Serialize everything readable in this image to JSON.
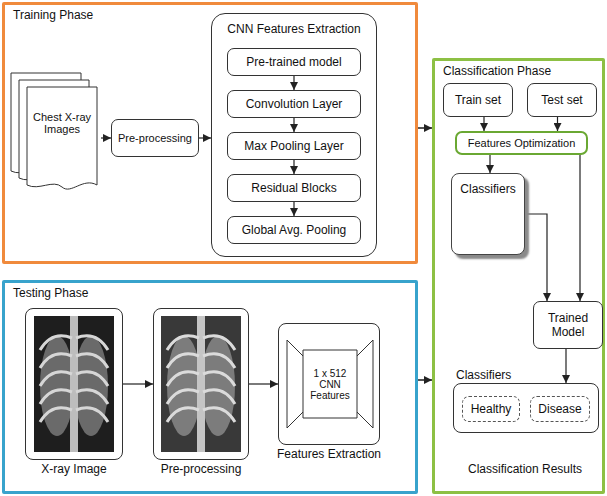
{
  "diagram": {
    "nodes": [
      {
        "text": [
          "Training Phase"
        ]
      },
      {
        "text": [
          "Chest X-ray Images"
        ],
        "in": 0
      },
      {
        "text": [
          "Pre-processing"
        ],
        "in": 0
      },
      {
        "text": [
          "CNN Features Extraction"
        ],
        "in": 0
      },
      {
        "text": [
          "Pre-trained model"
        ],
        "in": 3
      },
      {
        "text": [
          "Convolution Layer"
        ],
        "in": 3
      },
      {
        "text": [
          "Max Pooling Layer"
        ],
        "in": 3
      },
      {
        "text": [
          "Residual Blocks"
        ],
        "in": 3
      },
      {
        "text": [
          "Global Avg. Pooling"
        ],
        "in": 3
      },
      {
        "text": [
          "Testing Phase"
        ]
      },
      {
        "text": [
          "X-ray Image"
        ],
        "in": 9
      },
      {
        "text": [
          "Pre-processing"
        ],
        "in": 9
      },
      {
        "text": [
          "Features Extraction"
        ],
        "in": 9
      },
      {
        "text": [
          "1 x 512 CNN Features"
        ],
        "in": 12
      },
      {
        "text": [
          "Classification Phase"
        ]
      },
      {
        "text": [
          "Train set"
        ],
        "in": 14
      },
      {
        "text": [
          "Test set"
        ],
        "in": 14
      },
      {
        "text": [
          "Features Optimization"
        ],
        "in": 14
      },
      {
        "text": [
          "Classifiers"
        ],
        "in": 14
      },
      {
        "text": [
          "Trained Model"
        ],
        "in": 14
      },
      {
        "text": [
          "Classifiers"
        ],
        "in": 14
      },
      {
        "text": [
          "Healthy"
        ],
        "in": 20
      },
      {
        "text": [
          "Disease"
        ],
        "in": 20
      }
    ],
    "edges": [
      {
        "from": 0,
        "to": 14,
        "arrow": "to"
      },
      {
        "from": 9,
        "to": 14,
        "arrow": "to"
      },
      {
        "from": 1,
        "to": 2,
        "arrow": "to"
      },
      {
        "from": 2,
        "to": 3,
        "arrow": "to"
      },
      {
        "from": 4,
        "to": 5,
        "arrow": "to"
      },
      {
        "from": 5,
        "to": 6,
        "arrow": "to"
      },
      {
        "from": 6,
        "to": 7,
        "arrow": "to"
      },
      {
        "from": 7,
        "to": 8,
        "arrow": "to"
      },
      {
        "from": 10,
        "to": 11,
        "arrow": "to"
      },
      {
        "from": 11,
        "to": 12,
        "arrow": "to"
      },
      {
        "from": 15,
        "to": 17,
        "arrow": "to"
      },
      {
        "from": 16,
        "to": 17,
        "arrow": "to"
      },
      {
        "from": 17,
        "to": 18,
        "arrow": "to"
      },
      {
        "from": 18,
        "to": 19,
        "arrow": "to"
      },
      {
        "from": 17,
        "to": 19,
        "arrow": "to"
      },
      {
        "from": 19,
        "to": 20,
        "arrow": "to"
      }
    ],
    "labels": [
      "Classification Results"
    ]
  }
}
